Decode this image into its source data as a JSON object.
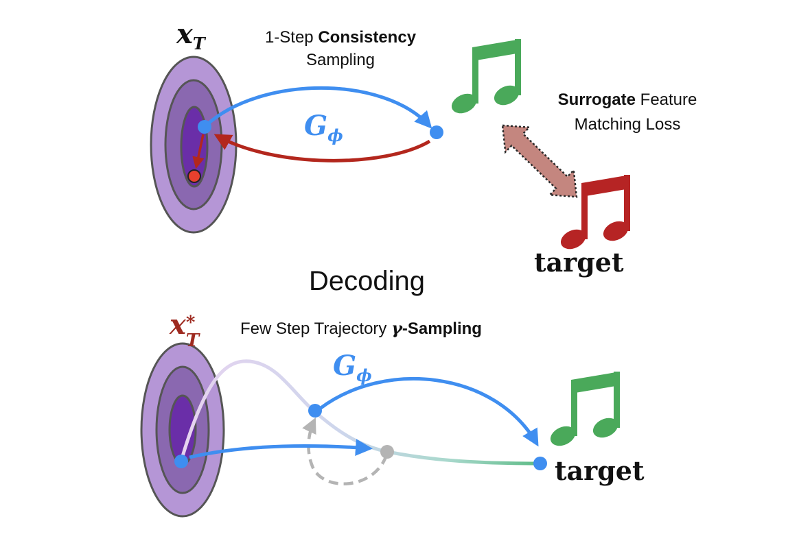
{
  "colors": {
    "blue": "#3f8ef0",
    "dark_red": "#b3271d",
    "green": "#4aa95a",
    "note_red": "#b62424",
    "gray": "#b4b4b4",
    "ellipse_outer": "#b596d6",
    "ellipse_mid": "#8a68b0",
    "ellipse_inner": "#6e4fa0",
    "ellipse_core": "#6a2ea8",
    "ellipse_stroke": "#555555",
    "loss_arrow": "#c4867f"
  },
  "top": {
    "latent_symbol": "x",
    "latent_subscript": "T",
    "sampling_line1_prefix": "1-Step ",
    "sampling_line1_bold": "Consistency",
    "sampling_line2": "Sampling",
    "generator_symbol": "G",
    "generator_subscript": "ϕ",
    "loss_bold": "Surrogate",
    "loss_line1_rest": " Feature",
    "loss_line2": "Matching Loss",
    "target_label": "target"
  },
  "middle": {
    "section_title": "Decoding"
  },
  "bottom": {
    "latent_symbol": "x",
    "latent_subscript": "T",
    "latent_superscript": "*",
    "sampling_prefix": "Few Step Trajectory ",
    "sampling_gamma": "γ",
    "sampling_bold": "-Sampling",
    "generator_symbol": "G",
    "generator_subscript": "ϕ",
    "target_label": "target"
  }
}
